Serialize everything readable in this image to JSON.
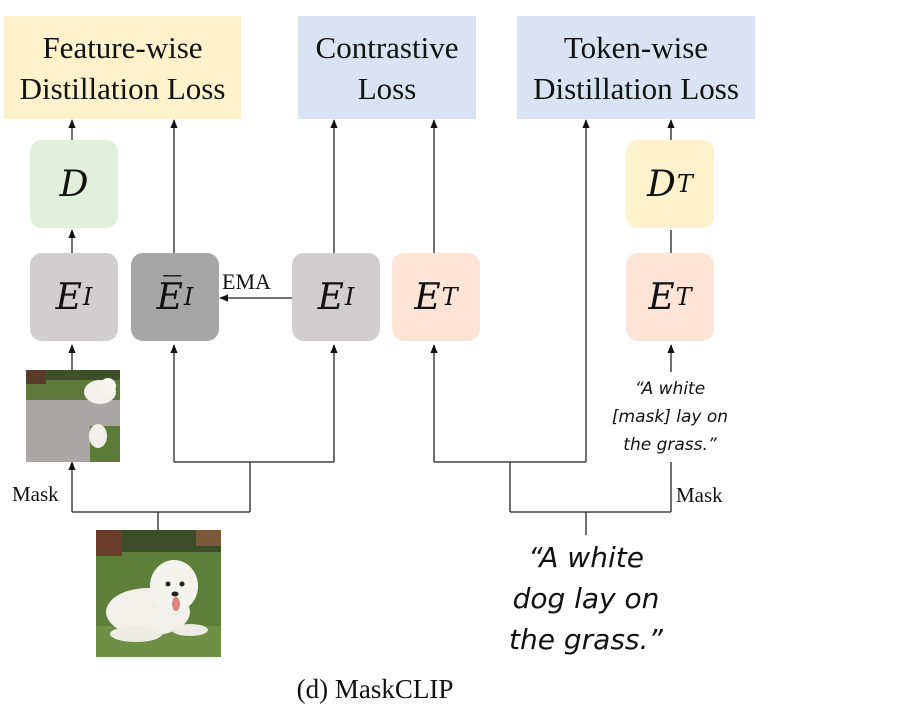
{
  "losses": {
    "feature_wise": "Feature-wise\nDistillation Loss",
    "contrastive": "Contrastive\nLoss",
    "token_wise": "Token-wise\nDistillation Loss"
  },
  "encoders": {
    "decoder": {
      "letter": "D",
      "sub": ""
    },
    "image_encoder_masked": {
      "letter": "E",
      "sub": "I"
    },
    "image_encoder_ema": {
      "letter": "E̅",
      "sub": "I"
    },
    "image_encoder": {
      "letter": "E",
      "sub": "I"
    },
    "text_encoder": {
      "letter": "E",
      "sub": "T"
    },
    "text_decoder": {
      "letter": "D",
      "sub": "T"
    },
    "text_encoder_masked": {
      "letter": "E",
      "sub": "T"
    }
  },
  "labels": {
    "ema": "EMA",
    "mask_left": "Mask",
    "mask_right": "Mask"
  },
  "texts": {
    "masked_caption": "“A white\n[mask] lay on\nthe grass.”",
    "caption": "“A white\ndog lay on\nthe grass.”"
  },
  "caption": "(d) MaskCLIP",
  "colors": {
    "feature_loss_bg": "#fdf2cb",
    "contrastive_loss_bg": "#dae3f3",
    "token_loss_bg": "#dae3f3",
    "decoder_bg": "#e2efda",
    "image_encoder_bg": "#d0cece",
    "ema_encoder_bg": "#a6a6a6",
    "text_encoder_bg": "#fce4d6",
    "text_decoder_bg": "#fdf2cb",
    "mask_patch": "#aba6a6"
  }
}
